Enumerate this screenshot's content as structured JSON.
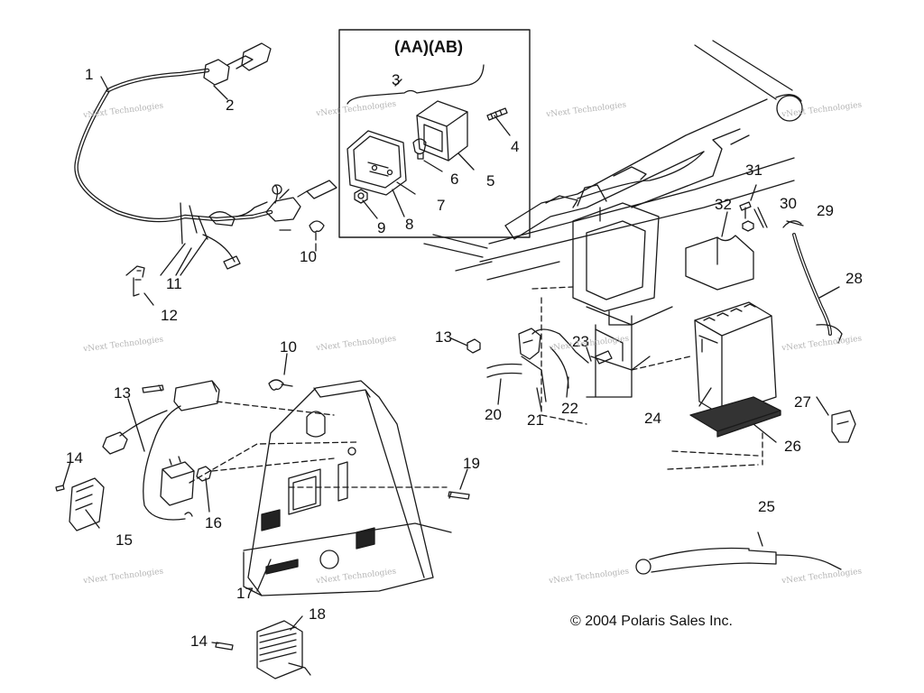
{
  "box_title": "(AA)(AB)",
  "copyright": "© 2004 Polaris Sales Inc.",
  "watermark": "vNext Technologies",
  "callouts": {
    "c1": "1",
    "c2": "2",
    "c3": "3",
    "c4": "4",
    "c5": "5",
    "c6": "6",
    "c7": "7",
    "c8": "8",
    "c9": "9",
    "c10a": "10",
    "c10b": "10",
    "c11": "11",
    "c12": "12",
    "c13a": "13",
    "c13b": "13",
    "c14a": "14",
    "c14b": "14",
    "c15": "15",
    "c16": "16",
    "c17": "17",
    "c18": "18",
    "c19": "19",
    "c20": "20",
    "c21": "21",
    "c22": "22",
    "c23": "23",
    "c24": "24",
    "c25": "25",
    "c26": "26",
    "c27": "27",
    "c28": "28",
    "c29": "29",
    "c30": "30",
    "c31": "31",
    "c32": "32"
  },
  "colors": {
    "line": "#1a1a1a",
    "watermark": "#b5b5b5"
  }
}
